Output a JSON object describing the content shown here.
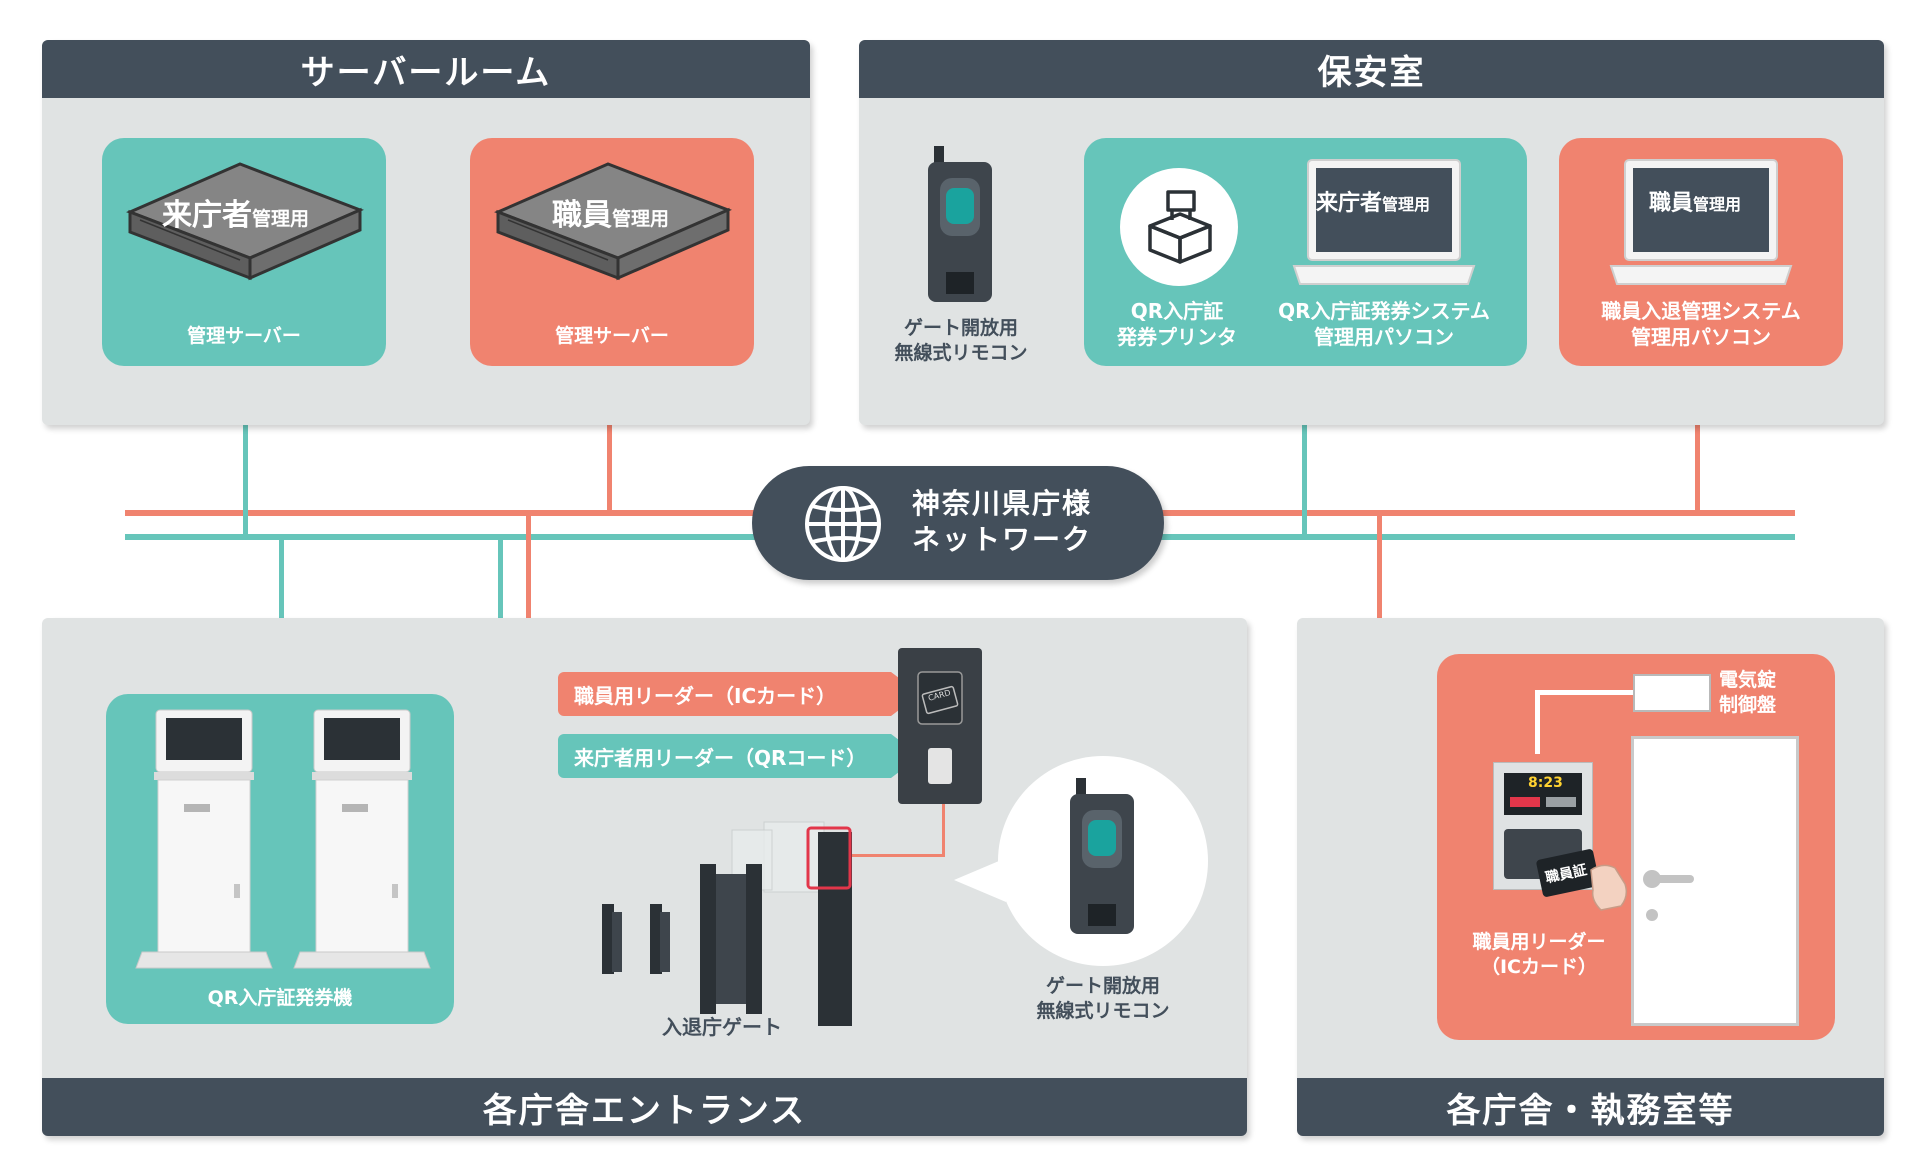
{
  "server_room": {
    "title": "サーバールーム",
    "visitor_server": {
      "main": "来庁者",
      "sub": "管理用",
      "caption": "管理サーバー"
    },
    "staff_server": {
      "main": "職員",
      "sub": "管理用",
      "caption": "管理サーバー"
    }
  },
  "security_room": {
    "title": "保安室",
    "remote": {
      "line1": "ゲート開放用",
      "line2": "無線式リモコン"
    },
    "printer": {
      "line1": "QR入庁証",
      "line2": "発券プリンタ"
    },
    "visitor_pc": {
      "screen_main": "来庁者",
      "screen_sub": "管理用",
      "line1": "QR入庁証発券システム",
      "line2": "管理用パソコン"
    },
    "staff_pc": {
      "screen_main": "職員",
      "screen_sub": "管理用",
      "line1": "職員入退管理システム",
      "line2": "管理用パソコン"
    }
  },
  "network": {
    "line1": "神奈川県庁様",
    "line2": "ネットワーク"
  },
  "entrance": {
    "title": "各庁舎エントランス",
    "kiosk_caption": "QR入庁証発券機",
    "staff_reader_tag": "職員用リーダー（ICカード）",
    "visitor_reader_tag": "来庁者用リーダー（QRコード）",
    "gate_caption": "入退庁ゲート",
    "reader_card_text": "CARD",
    "remote": {
      "line1": "ゲート開放用",
      "line2": "無線式リモコン"
    }
  },
  "office": {
    "title": "各庁舎・執務室等",
    "lock_panel": {
      "line1": "電気錠",
      "line2": "制御盤"
    },
    "reader_time": "8:23",
    "badge_text": "職員証",
    "reader_caption": {
      "line1": "職員用リーダー",
      "line2": "（ICカード）"
    }
  },
  "colors": {
    "teal": "#66c5ba",
    "coral": "#f0836f",
    "header": "#434f5b",
    "panel": "#e0e3e3"
  }
}
